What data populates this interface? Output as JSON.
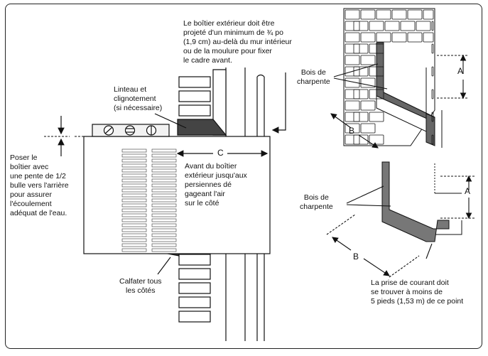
{
  "texts": {
    "top_note": [
      "Le boîtier extérieur doit être",
      "projeté d'un minimum de ¾ po",
      "(1,9 cm) au-delà du mur intérieur",
      "ou de la moulure pour fixer",
      "le cadre avant."
    ],
    "lintel": [
      "Linteau et",
      "clignotement",
      "(si nécessaire)"
    ],
    "slope": [
      "Poser le",
      "boîtier avec",
      "une pente de 1/2",
      "bulle vers l'arrière",
      "pour assurer",
      "l'écoulement",
      "adéquat de l'eau."
    ],
    "dim_c": "C",
    "front": [
      "Avant du boîtier",
      "extérieur jusqu'aux",
      "persiennes dé",
      "gageant l'air",
      "sur le côté"
    ],
    "caulk": [
      "Calfater tous",
      "les côtés"
    ],
    "wood_top": [
      "Bois de",
      "charpente"
    ],
    "wood_bottom": [
      "Bois de",
      "charpente"
    ],
    "dim_a_top": "A",
    "dim_b_top": "B",
    "dim_a_bottom": "A",
    "dim_b_bottom": "B",
    "outlet": [
      "La prise de courant doit",
      "se trouver à moins de",
      "5 pieds (1,53 m) de ce point"
    ]
  },
  "colors": {
    "line": "#111111",
    "shade": "#555555",
    "level_bg": "#f2f2f2"
  }
}
